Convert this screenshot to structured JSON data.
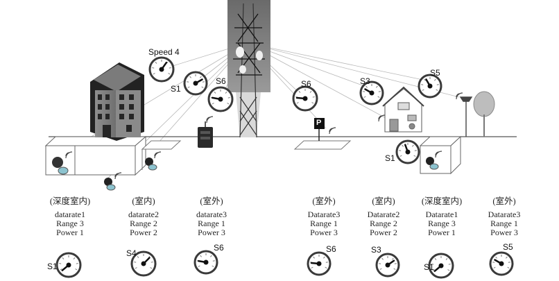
{
  "top_labels": {
    "speed4": "Speed 4",
    "s1_left": "S1",
    "s6_left": "S6",
    "s6_mid": "S6",
    "s3_right": "S3",
    "s5_right": "S5",
    "s1_ground": "S1",
    "parking_sign": "P"
  },
  "scenarios": [
    {
      "location": "(深度室内)",
      "datarate": "datarate1",
      "range": "Range 3",
      "power": "Power 1",
      "gauge_label": "S1"
    },
    {
      "location": "(室内)",
      "datarate": "datarate2",
      "range": "Range 2",
      "power": "Power 2",
      "gauge_label": "S4"
    },
    {
      "location": "(室外)",
      "datarate": "datarate3",
      "range": "Range 1",
      "power": "Power 3",
      "gauge_label": "S6"
    },
    {
      "location": "(室外)",
      "datarate": "Datarate3",
      "range": "Range 1",
      "power": "Power 3",
      "gauge_label": "S6"
    },
    {
      "location": "(室内)",
      "datarate": "Datarate2",
      "range": "Range 2",
      "power": "Power 2",
      "gauge_label": "S3"
    },
    {
      "location": "(深度室内)",
      "datarate": "Datarate1",
      "range": "Range 3",
      "power": "Power 1",
      "gauge_label": "S1"
    },
    {
      "location": "(室外)",
      "datarate": "Datarate3",
      "range": "Range 1",
      "power": "Power 3",
      "gauge_label": "S5"
    }
  ]
}
